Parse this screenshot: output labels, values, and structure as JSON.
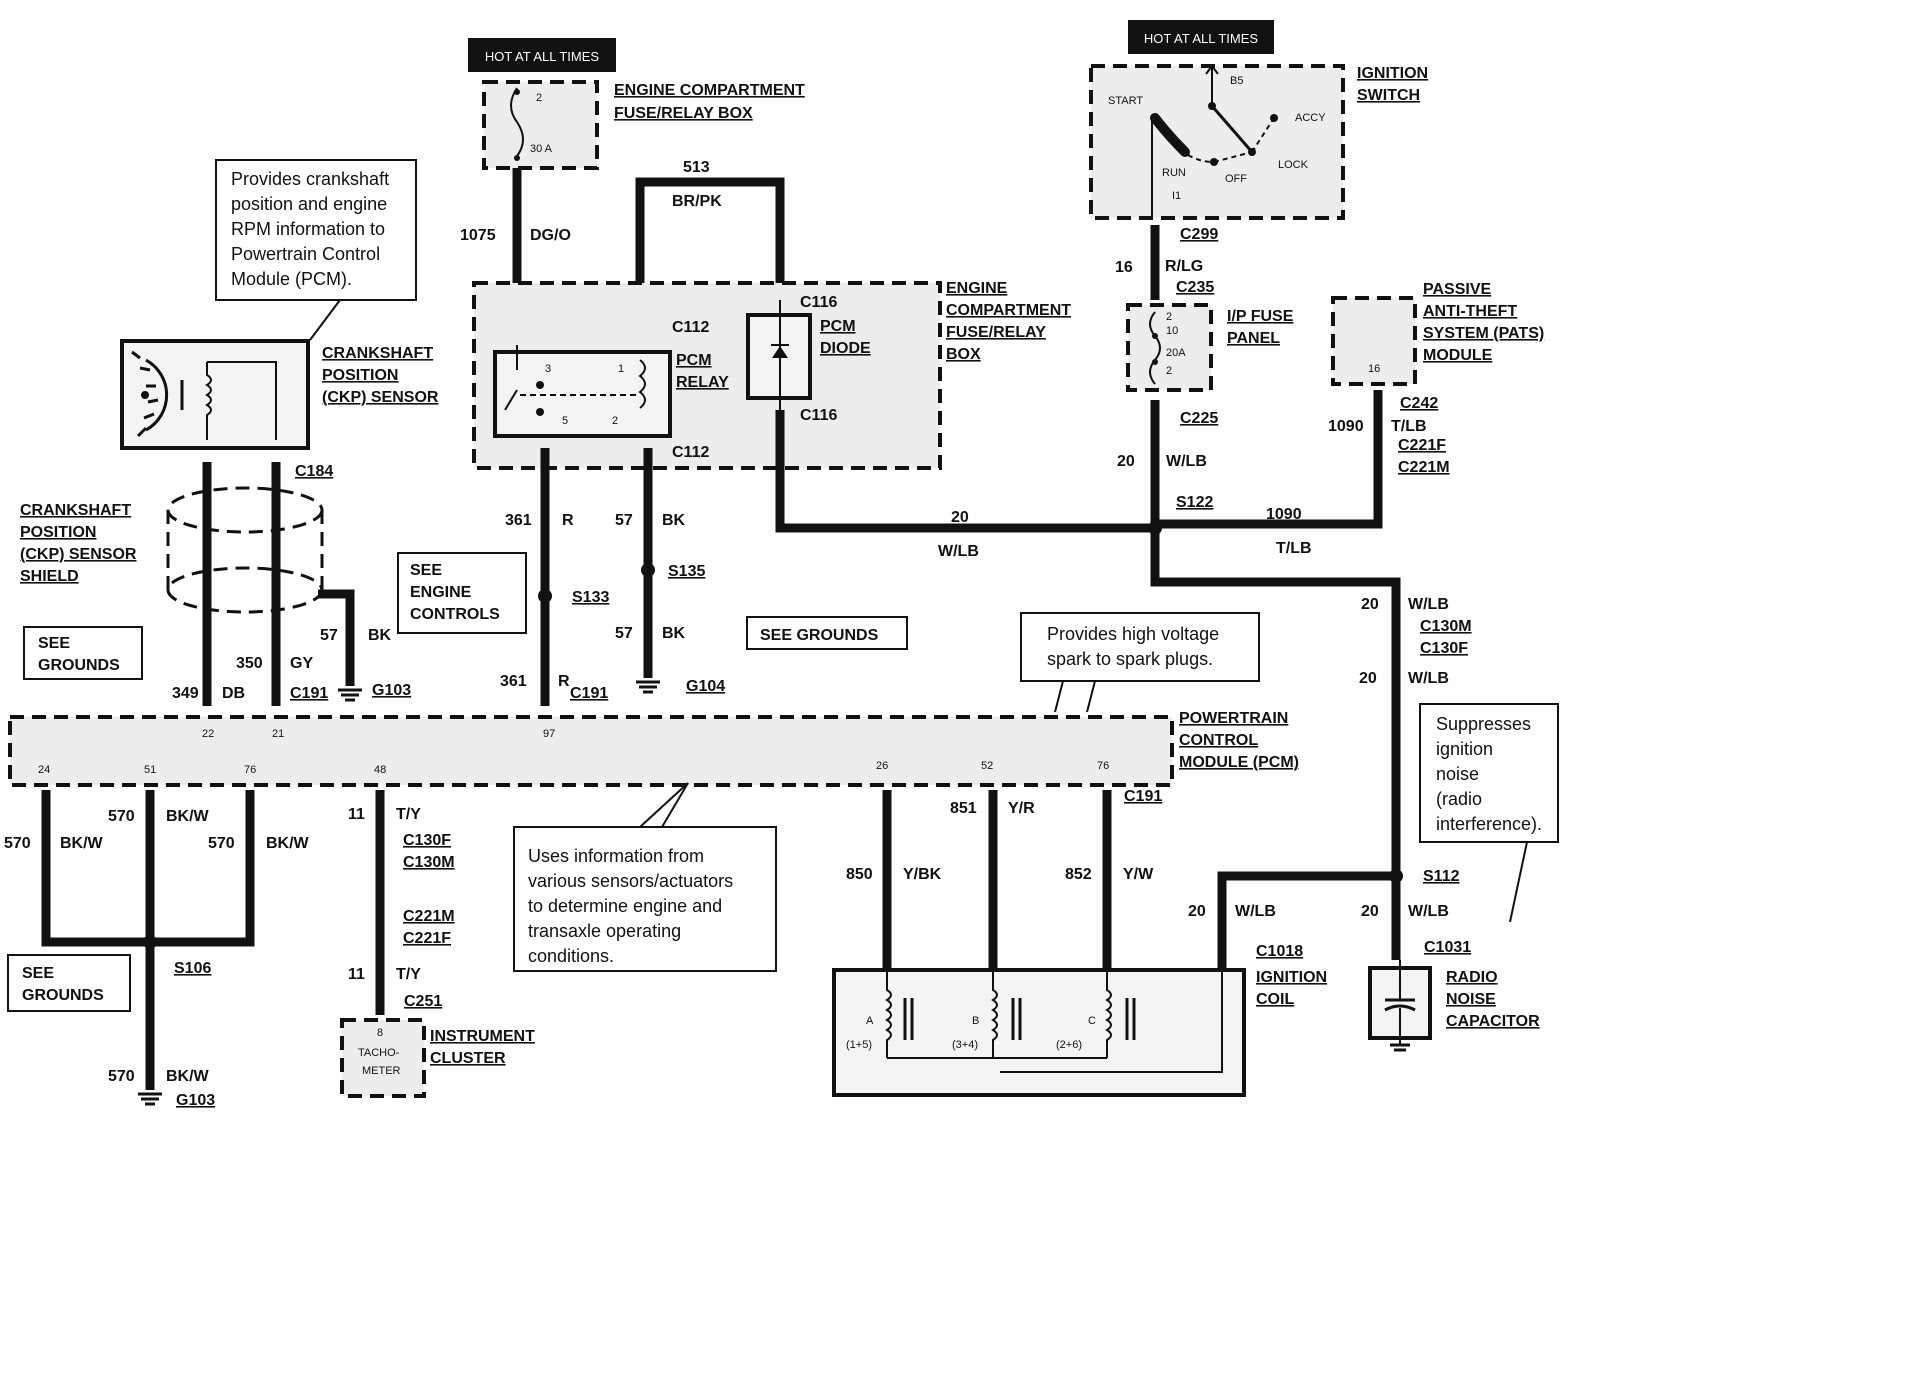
{
  "hot_label_1": "HOT AT ALL TIMES",
  "hot_label_2": "HOT AT ALL TIMES",
  "fuse_box_title": [
    "ENGINE COMPARTMENT",
    "FUSE/RELAY  BOX"
  ],
  "fuse_box_fuse": {
    "pin": "2",
    "rating": "30 A"
  },
  "ignition_switch_title": [
    "IGNITION",
    "SWITCH"
  ],
  "ignition_switch_positions": {
    "b5": "B5",
    "start": "START",
    "accy": "ACCY",
    "run": "RUN",
    "off": "OFF",
    "lock": "LOCK",
    "i1": "I1"
  },
  "note_ckp": [
    "Provides crankshaft",
    "position and engine",
    "RPM information to",
    "Powertrain Control",
    "Module (PCM)."
  ],
  "ckp_sensor_title": [
    "CRANKSHAFT",
    "POSITION",
    "(CKP) SENSOR"
  ],
  "ckp_shield_title": [
    "CRANKSHAFT",
    "POSITION",
    "(CKP) SENSOR",
    "SHIELD"
  ],
  "see_grounds_1": [
    "SEE",
    "GROUNDS"
  ],
  "see_engine_controls": [
    "SEE",
    "ENGINE",
    "CONTROLS"
  ],
  "see_grounds_2": "SEE GROUNDS",
  "see_grounds_3": [
    "SEE",
    "GROUNDS"
  ],
  "engine_comp_box_title": [
    "ENGINE",
    "COMPARTMENT",
    "FUSE/RELAY",
    "BOX"
  ],
  "pcm_relay_title": [
    "PCM",
    "RELAY"
  ],
  "pcm_relay_pins": [
    "3",
    "1",
    "5",
    "2"
  ],
  "pcm_diode_title": [
    "PCM",
    "DIODE"
  ],
  "ip_fuse_title": [
    "I/P FUSE",
    "PANEL"
  ],
  "ip_fuse_detail": [
    "2",
    "10",
    "20A",
    "2"
  ],
  "pats_title": [
    "PASSIVE",
    "ANTI-THEFT",
    "SYSTEM (PATS)",
    "MODULE"
  ],
  "pats_pin": "16",
  "note_coil": [
    "Provides high voltage",
    "spark to spark plugs."
  ],
  "pcm_title": [
    "POWERTRAIN",
    "CONTROL",
    "MODULE (PCM)"
  ],
  "pcm_pins_top": [
    "22",
    "21",
    "97"
  ],
  "pcm_pins_bottom": [
    "24",
    "51",
    "76",
    "48",
    "26",
    "52",
    "76"
  ],
  "note_pcm": [
    "Uses information from",
    "various sensors/actuators",
    "to determine engine and",
    "transaxle operating",
    "conditions."
  ],
  "note_capacitor": [
    "Suppresses",
    "ignition",
    "noise",
    "(radio",
    "interference)."
  ],
  "ignition_coil_title": [
    "C1018",
    "IGNITION",
    "COIL"
  ],
  "coil_terminals": [
    "A",
    "(1+5)",
    "B",
    "(3+4)",
    "C",
    "(2+6)"
  ],
  "radio_cap_title": [
    "RADIO",
    "NOISE",
    "CAPACITOR"
  ],
  "instrument_cluster_title": [
    "INSTRUMENT",
    "CLUSTER"
  ],
  "tachometer": {
    "pin": "8",
    "name": [
      "TACHO-",
      "METER"
    ]
  },
  "wires": {
    "w1075": "1075",
    "w1075c": "DG/O",
    "w513": "513",
    "w513c": "BR/PK",
    "w16": "16",
    "w16c": "R/LG",
    "w20a": "20",
    "w20ac": "W/LB",
    "w1090a": "1090",
    "w1090ac": "T/LB",
    "w20b": "20",
    "w20bc": "W/LB",
    "w1090b": "1090",
    "w1090bc": "T/LB",
    "w20c": "20",
    "w20cc": "W/LB",
    "w20d": "20",
    "w20dc": "W/LB",
    "w20e": "20",
    "w20ec": "W/LB",
    "w20f": "20",
    "w20fc": "W/LB",
    "w361a": "361",
    "w361ac": "R",
    "w57a": "57",
    "w57ac": "BK",
    "w57b": "57",
    "w57bc": "BK",
    "w361b": "361",
    "w361bc": "R",
    "w57c": "57",
    "w57cc": "BK",
    "w350": "350",
    "w350c": "GY",
    "w349": "349",
    "w349c": "DB",
    "w570a": "570",
    "w570ac": "BK/W",
    "w570b": "570",
    "w570bc": "BK/W",
    "w570c": "570",
    "w570cc": "BK/W",
    "w570d": "570",
    "w570dc": "BK/W",
    "w11a": "11",
    "w11ac": "T/Y",
    "w11b": "11",
    "w11bc": "T/Y",
    "w851": "851",
    "w851c": "Y/R",
    "w850": "850",
    "w850c": "Y/BK",
    "w852": "852",
    "w852c": "Y/W"
  },
  "connectors": {
    "c299": "C299",
    "c235": "C235",
    "c225": "C225",
    "c242": "C242",
    "c221f": "C221F",
    "c221m": "C221M",
    "s122": "S122",
    "c116a": "C116",
    "c116b": "C116",
    "c112a": "C112",
    "c112b": "C112",
    "c184": "C184",
    "s133": "S133",
    "s135": "S135",
    "c191a": "C191",
    "c191b": "C191",
    "g103a": "G103",
    "g104": "G104",
    "c130m": "C130M",
    "c130f": "C130F",
    "c191c": "C191",
    "c130f2": "C130F",
    "c130m2": "C130M",
    "c221m2": "C221M",
    "c221f2": "C221F",
    "c251": "C251",
    "s106": "S106",
    "g103b": "G103",
    "s112": "S112",
    "c1031": "C1031"
  }
}
